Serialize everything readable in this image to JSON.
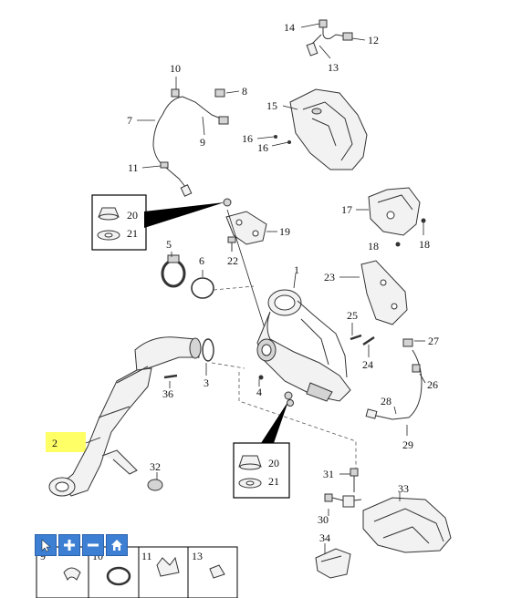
{
  "callouts": {
    "c1": "1",
    "c2": "2",
    "c3": "3",
    "c4": "4",
    "c5": "5",
    "c6": "6",
    "c7": "7",
    "c8": "8",
    "c9": "9",
    "c10": "10",
    "c11": "11",
    "c12": "12",
    "c13": "13",
    "c14": "14",
    "c15": "15",
    "c16a": "16",
    "c16b": "16",
    "c17": "17",
    "c18a": "18",
    "c18b": "18",
    "c19": "19",
    "c20a": "20",
    "c21a": "21",
    "c20b": "20",
    "c21b": "21",
    "c22": "22",
    "c23": "23",
    "c24": "24",
    "c25": "25",
    "c26": "26",
    "c27": "27",
    "c28": "28",
    "c29": "29",
    "c30": "30",
    "c31": "31",
    "c32": "32",
    "c33": "33",
    "c34": "34",
    "c36": "36"
  },
  "thumbs": {
    "t9": "9",
    "t10": "10",
    "t11": "11",
    "t13": "13"
  },
  "toolbar": {
    "icons": [
      "pointer-icon",
      "zoom-in-icon",
      "zoom-out-icon",
      "home-icon"
    ]
  },
  "colors": {
    "highlight": "#ffff66",
    "toolbar": "#3d7fd3",
    "callout_box": "#000000"
  }
}
